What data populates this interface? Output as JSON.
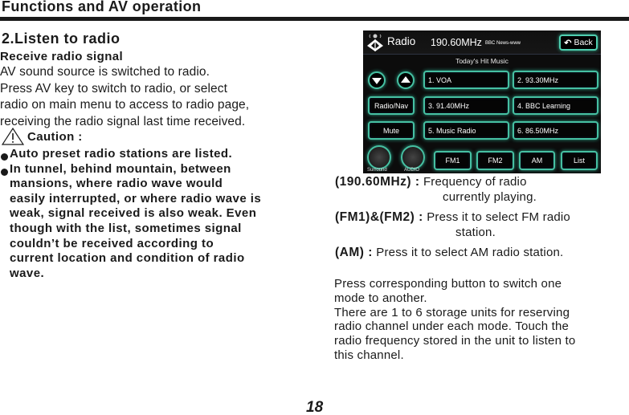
{
  "header": {
    "title": "Functions and AV operation"
  },
  "section": {
    "title": "2.Listen to radio",
    "subtitle": "Receive radio signal",
    "intro_lines": [
      "AV sound source is switched to radio.",
      "Press AV key to switch to radio, or select",
      "radio on main menu to access to radio page,",
      "receiving the radio signal last time received."
    ]
  },
  "caution": {
    "icon": "warning-triangle-icon",
    "label": "Caution :",
    "bullets": [
      {
        "lines": [
          "Auto preset radio stations are listed."
        ]
      },
      {
        "lines": [
          "In tunnel, behind mountain, between",
          "mansions, where radio wave would",
          "easily interrupted, or where radio wave is",
          "weak, signal received is also weak. Even",
          "though with the list, sometimes signal",
          "couldn’t be received according to",
          "current location and condition of radio",
          "wave."
        ]
      }
    ]
  },
  "radio_screen": {
    "title": "Radio",
    "frequency": "190.60MHz",
    "station_name": "BBC News-www",
    "back_label": "Back",
    "now_playing": "Today's Hit Music",
    "presets": [
      "1. VOA",
      "2. 93.30MHz",
      "3. 91.40MHz",
      "4. BBC Learning",
      "5. Music Radio",
      "6. 86.50MHz"
    ],
    "side_buttons": [
      "Radio/Nav",
      "Mute"
    ],
    "band_buttons": [
      "FM1",
      "FM2",
      "AM",
      "List"
    ],
    "bottom_icons": [
      {
        "label": "Surround",
        "icon": "surround-icon"
      },
      {
        "label": "AUDIO",
        "icon": "speaker-icon"
      }
    ],
    "colors": {
      "background": "#0c0c0c",
      "button_glow": "#46c0a2",
      "text": "#ffffff"
    }
  },
  "descriptions": [
    {
      "key": "(190.60MHz) :",
      "lines": [
        "Frequency of radio",
        "currently playing."
      ]
    },
    {
      "key": "(FM1)&(FM2) :",
      "lines": [
        "Press it to select FM radio",
        "station."
      ]
    },
    {
      "key": "(AM) :",
      "lines": [
        "Press it to select AM radio station."
      ]
    }
  ],
  "paragraphs": {
    "mode_lines": [
      "Press corresponding button to switch one",
      "mode to another."
    ],
    "storage_lines": [
      "There are 1 to 6 storage units for reserving",
      "radio channel under each mode. Touch the",
      "radio frequency stored in the unit to listen to",
      "this channel."
    ]
  },
  "page_number": "18"
}
